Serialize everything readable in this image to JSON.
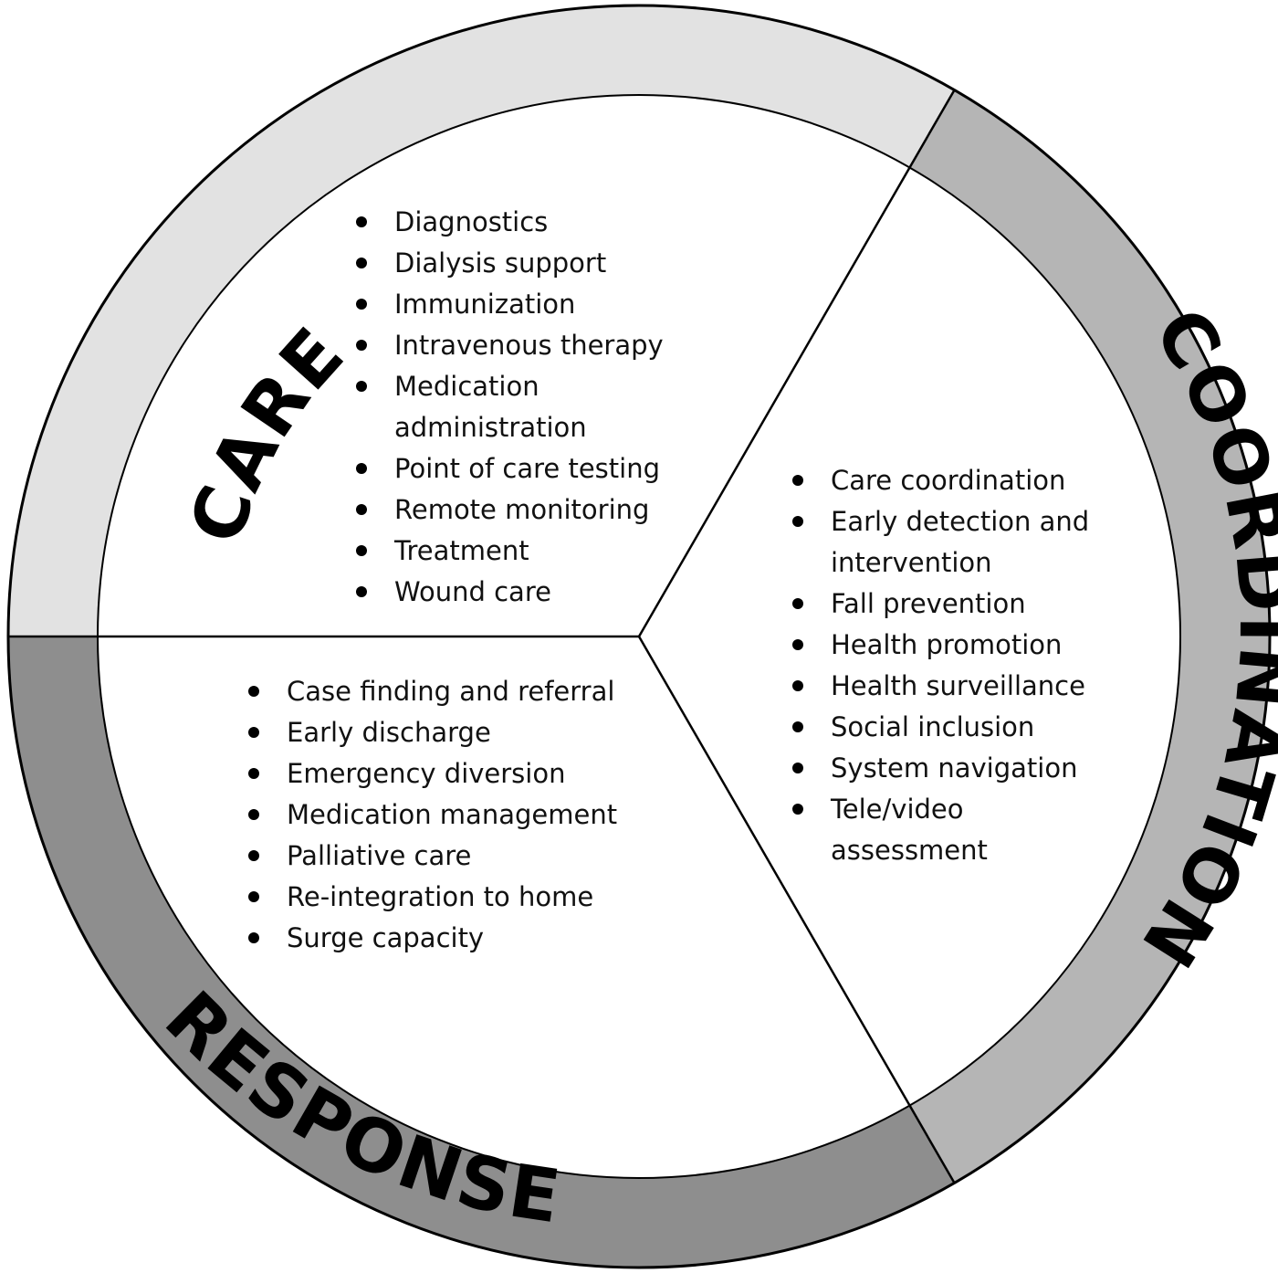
{
  "colors": {
    "care_band": "#e2e2e2",
    "coordination_band": "#b5b5b5",
    "response_band": "#8e8e8e",
    "outline": "#000000",
    "inner_fill": "#ffffff"
  },
  "segments": [
    {
      "id": "care",
      "label": "CARE",
      "items": [
        "Diagnostics",
        "Dialysis support",
        "Immunization",
        "Intravenous therapy",
        "Medication administration",
        "Point of care testing",
        "Remote monitoring",
        "Treatment",
        "Wound care"
      ]
    },
    {
      "id": "coordination",
      "label": "COORDINATION",
      "items": [
        "Care coordination",
        "Early detection and intervention",
        "Fall prevention",
        "Health promotion",
        "Health surveillance",
        "Social inclusion",
        "System navigation",
        "Tele/video assessment"
      ]
    },
    {
      "id": "response",
      "label": "RESPONSE",
      "items": [
        "Case finding and referral",
        "Early discharge",
        "Emergency diversion",
        "Medication management",
        "Palliative care",
        "Re-integration to home",
        "Surge capacity"
      ]
    }
  ]
}
